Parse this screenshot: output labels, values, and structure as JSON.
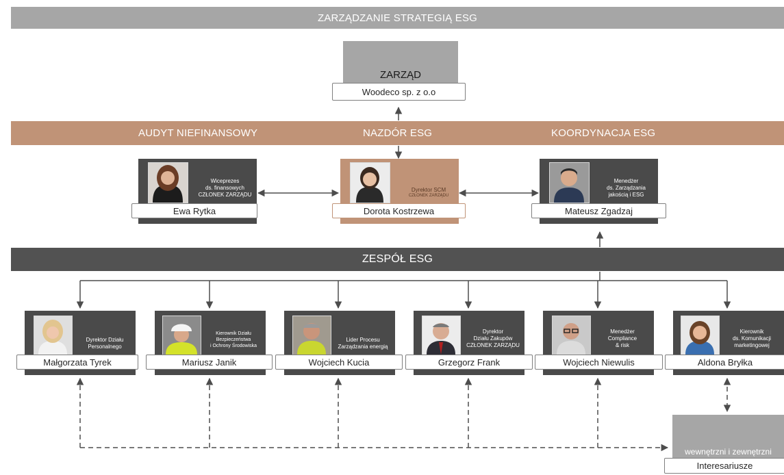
{
  "bands": {
    "top": "ZARZĄDZANIE STRATEGIĄ ESG",
    "audit": "AUDYT NIEFINANSOWY",
    "oversight": "NAZDÓR ESG",
    "coordination": "KOORDYNACJA ESG",
    "team": "ZESPÓŁ ESG"
  },
  "board": {
    "title": "ZARZĄD",
    "company": "Woodeco sp. z o.o"
  },
  "leaders": [
    {
      "name": "Ewa Rytka",
      "role": [
        "Wiceprezes",
        "ds. finansowych",
        "CZŁONEK ZARZĄDU"
      ]
    },
    {
      "name": "Dorota Kostrzewa",
      "role": [
        "Dyrektor SCM",
        "CZŁONEK ZARZĄDU"
      ]
    },
    {
      "name": "Mateusz Zgadzaj",
      "role": [
        "Menedżer",
        "ds. Zarządzania",
        "jakością i ESG"
      ]
    }
  ],
  "team": [
    {
      "name": "Małgorzata Tyrek",
      "role": [
        "Dyrektor Działu",
        "Personalnego"
      ]
    },
    {
      "name": "Mariusz Janik",
      "role": [
        "Kierownik Działu",
        "Bezpieczeństwa",
        "i Ochrony Środowiska"
      ]
    },
    {
      "name": "Wojciech Kucia",
      "role": [
        "Lider Procesu",
        "Zarządzania energią"
      ]
    },
    {
      "name": "Grzegorz Frank",
      "role": [
        "Dyrektor",
        "Działu Zakupów",
        "CZŁONEK ZARZĄDU"
      ]
    },
    {
      "name": "Wojciech Niewulis",
      "role": [
        "Menedżer",
        "Compliance",
        "& risk"
      ]
    },
    {
      "name": "Aldona Bryłka",
      "role": [
        "Kierownik",
        "ds. Komunikacji",
        "marketingowej"
      ]
    }
  ],
  "stakeholders": {
    "subtitle": "wewnętrzni i zewnętrzni",
    "title": "Interesariusze"
  },
  "colors": {
    "gray_band": "#a6a6a6",
    "tan_band": "#c09377",
    "dark_band": "#525252",
    "card": "#4a4a4a",
    "arrow": "#4d4d4d"
  }
}
